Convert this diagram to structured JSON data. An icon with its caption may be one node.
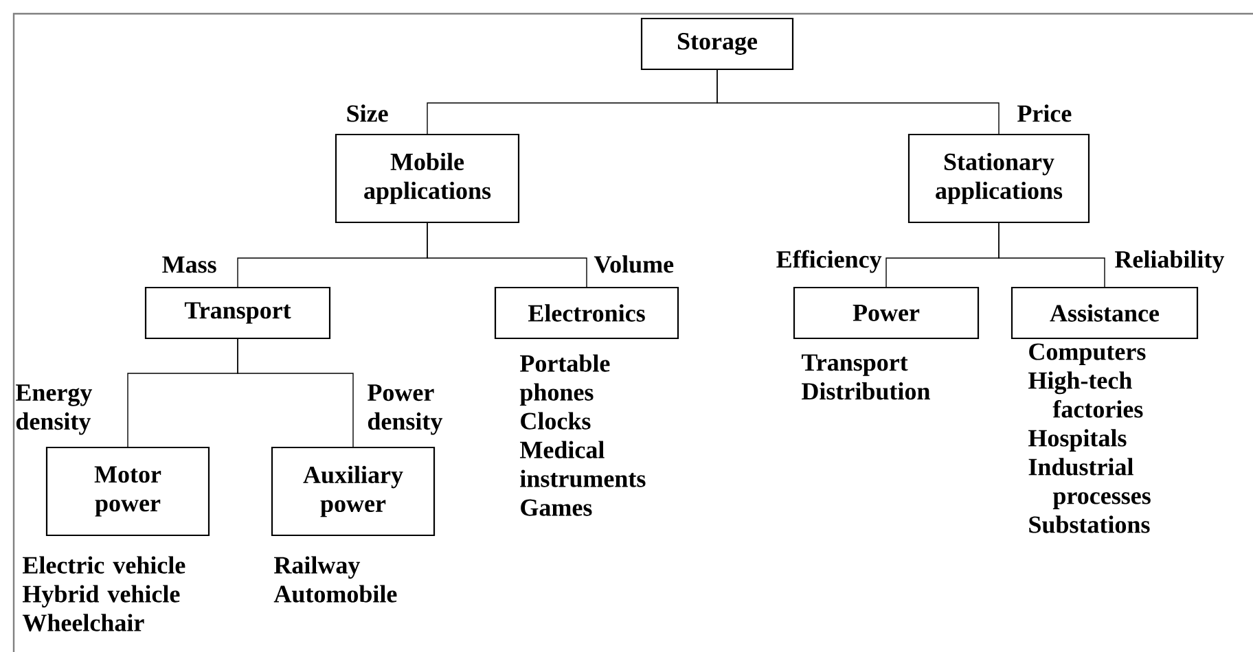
{
  "diagram": {
    "nodes": [
      {
        "text": [
          "Storage"
        ]
      },
      {
        "text": [
          "Mobile applications"
        ]
      },
      {
        "text": [
          "Stationary applications"
        ]
      },
      {
        "text": [
          "Transport"
        ]
      },
      {
        "text": [
          "Electronics"
        ],
        "beside": [
          "Portable phones",
          "Clocks",
          "Medical instruments",
          "Games"
        ]
      },
      {
        "text": [
          "Power"
        ],
        "beside": [
          "Transport",
          "Distribution"
        ]
      },
      {
        "text": [
          "Assistance"
        ],
        "beside": [
          "Computers",
          "High-tech factories",
          "Hospitals",
          "Industrial processes",
          "Substations"
        ]
      },
      {
        "text": [
          "Motor power"
        ],
        "beside": [
          "Electric vehicle",
          "Hybrid vehicle",
          "Wheelchair"
        ]
      },
      {
        "text": [
          "Auxiliary power"
        ],
        "beside": [
          "Railway",
          "Automobile"
        ]
      }
    ],
    "edges": [
      {
        "from": 0,
        "to": 1,
        "arrow": "none",
        "label": "Size"
      },
      {
        "from": 0,
        "to": 2,
        "arrow": "none",
        "label": "Price"
      },
      {
        "from": 1,
        "to": 3,
        "arrow": "none",
        "label": "Mass"
      },
      {
        "from": 1,
        "to": 4,
        "arrow": "none",
        "label": "Volume"
      },
      {
        "from": 2,
        "to": 5,
        "arrow": "none",
        "label": "Efficiency"
      },
      {
        "from": 2,
        "to": 6,
        "arrow": "none",
        "label": "Reliability"
      },
      {
        "from": 3,
        "to": 7,
        "arrow": "none",
        "label": "Energy density"
      },
      {
        "from": 3,
        "to": 8,
        "arrow": "none",
        "label": "Power density"
      }
    ]
  }
}
